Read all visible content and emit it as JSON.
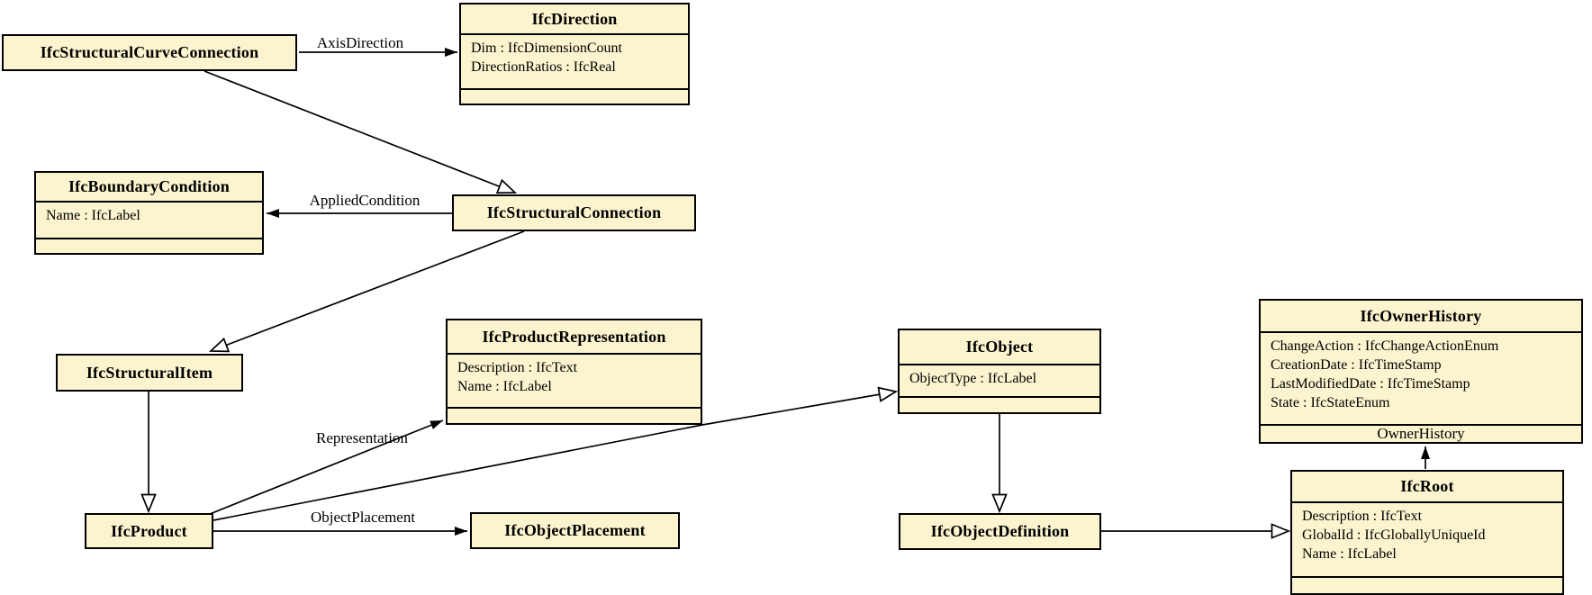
{
  "diagram": {
    "type": "uml-class-diagram",
    "colors": {
      "node_fill": "#fbf4cf",
      "node_border": "#000000",
      "edge": "#000000",
      "background": "#ffffff"
    },
    "nodes": {
      "ifc_structural_curve_connection": {
        "title": "IfcStructuralCurveConnection",
        "attributes": []
      },
      "ifc_direction": {
        "title": "IfcDirection",
        "attributes": [
          "Dim : IfcDimensionCount",
          "DirectionRatios : IfcReal"
        ]
      },
      "ifc_boundary_condition": {
        "title": "IfcBoundaryCondition",
        "attributes": [
          "Name : IfcLabel"
        ]
      },
      "ifc_structural_connection": {
        "title": "IfcStructuralConnection",
        "attributes": []
      },
      "ifc_structural_item": {
        "title": "IfcStructuralItem",
        "attributes": []
      },
      "ifc_product_representation": {
        "title": "IfcProductRepresentation",
        "attributes": [
          "Description : IfcText",
          "Name : IfcLabel"
        ]
      },
      "ifc_object": {
        "title": "IfcObject",
        "attributes": [
          "ObjectType : IfcLabel"
        ]
      },
      "ifc_owner_history": {
        "title": "IfcOwnerHistory",
        "attributes": [
          "ChangeAction : IfcChangeActionEnum",
          "CreationDate : IfcTimeStamp",
          "LastModifiedDate : IfcTimeStamp",
          "State : IfcStateEnum"
        ]
      },
      "ifc_product": {
        "title": "IfcProduct",
        "attributes": []
      },
      "ifc_object_placement": {
        "title": "IfcObjectPlacement",
        "attributes": []
      },
      "ifc_object_definition": {
        "title": "IfcObjectDefinition",
        "attributes": []
      },
      "ifc_root": {
        "title": "IfcRoot",
        "attributes": [
          "Description : IfcText",
          "GlobalId : IfcGloballyUniqueId",
          "Name : IfcLabel"
        ]
      }
    },
    "edges": [
      {
        "from": "IfcStructuralCurveConnection",
        "to": "IfcDirection",
        "type": "association",
        "label": "AxisDirection"
      },
      {
        "from": "IfcStructuralConnection",
        "to": "IfcBoundaryCondition",
        "type": "association",
        "label": "AppliedCondition"
      },
      {
        "from": "IfcProduct",
        "to": "IfcProductRepresentation",
        "type": "association",
        "label": "Representation"
      },
      {
        "from": "IfcProduct",
        "to": "IfcObjectPlacement",
        "type": "association",
        "label": "ObjectPlacement"
      },
      {
        "from": "IfcRoot",
        "to": "IfcOwnerHistory",
        "type": "association",
        "label": "OwnerHistory"
      },
      {
        "from": "IfcStructuralCurveConnection",
        "to": "IfcStructuralConnection",
        "type": "inheritance",
        "label": ""
      },
      {
        "from": "IfcStructuralConnection",
        "to": "IfcStructuralItem",
        "type": "inheritance",
        "label": ""
      },
      {
        "from": "IfcStructuralItem",
        "to": "IfcProduct",
        "type": "inheritance",
        "label": ""
      },
      {
        "from": "IfcProduct",
        "to": "IfcObject",
        "type": "inheritance",
        "label": ""
      },
      {
        "from": "IfcObject",
        "to": "IfcObjectDefinition",
        "type": "inheritance",
        "label": ""
      },
      {
        "from": "IfcObjectDefinition",
        "to": "IfcRoot",
        "type": "inheritance",
        "label": ""
      }
    ]
  }
}
